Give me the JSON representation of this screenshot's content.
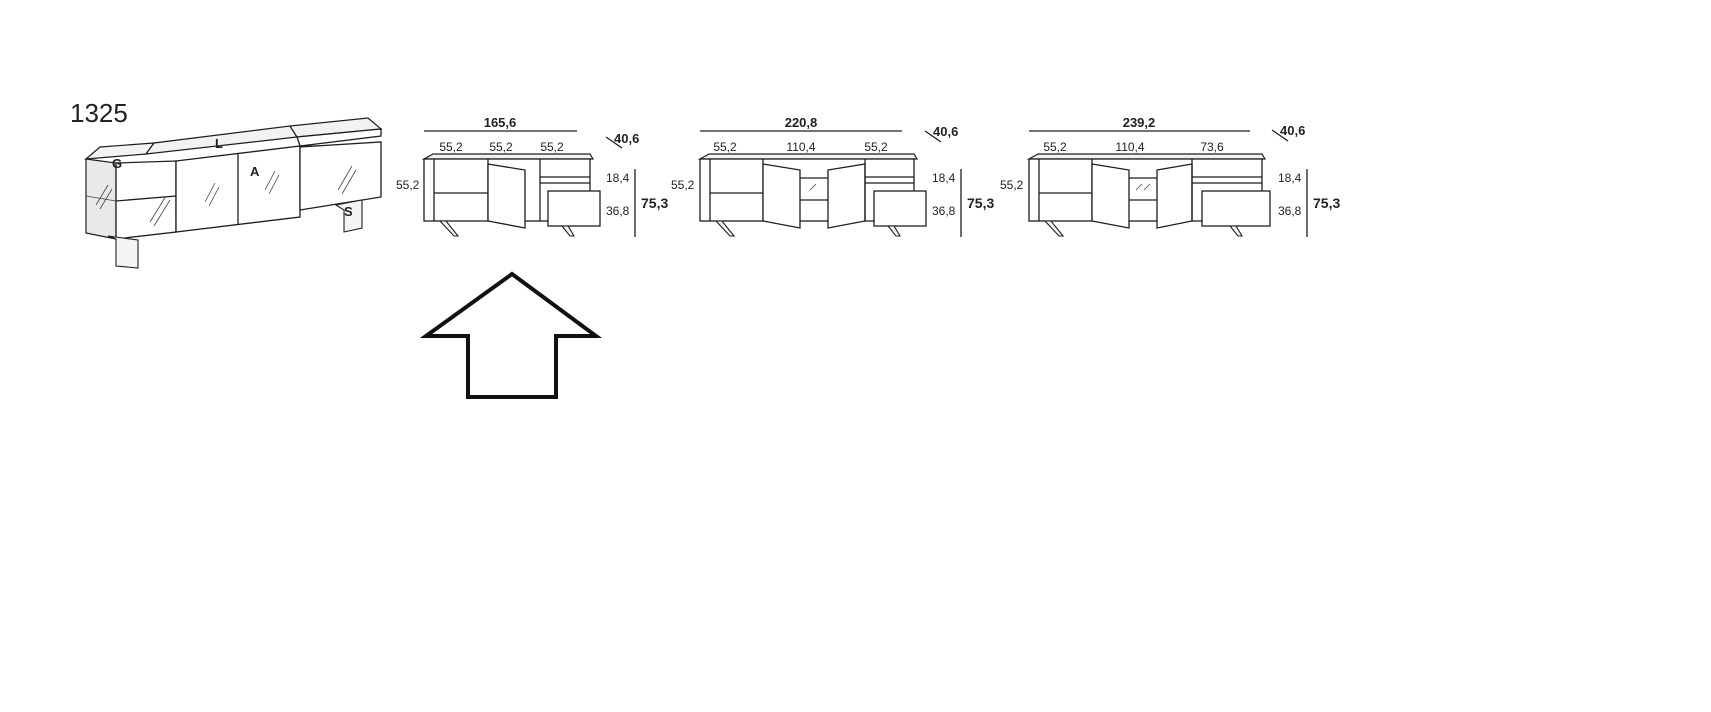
{
  "model": "1325",
  "perspective": {
    "part_labels": {
      "g": "G",
      "l": "L",
      "a": "A",
      "s": "S"
    }
  },
  "variants": [
    {
      "width": "165,6",
      "depth": "40,6",
      "module_widths": [
        "55,2",
        "55,2",
        "55,2"
      ],
      "body_height": "55,2",
      "drawer_upper": "18,4",
      "drawer_lower": "36,8",
      "total_height": "75,3"
    },
    {
      "width": "220,8",
      "depth": "40,6",
      "module_widths": [
        "55,2",
        "110,4",
        "55,2"
      ],
      "body_height": "55,2",
      "drawer_upper": "18,4",
      "drawer_lower": "36,8",
      "total_height": "75,3"
    },
    {
      "width": "239,2",
      "depth": "40,6",
      "module_widths": [
        "55,2",
        "110,4",
        "73,6"
      ],
      "body_height": "55,2",
      "drawer_upper": "18,4",
      "drawer_lower": "36,8",
      "total_height": "75,3"
    }
  ],
  "colors": {
    "line": "#1e1e1e",
    "background": "#ffffff"
  },
  "icons": {
    "pointer": "up-arrow-icon"
  }
}
